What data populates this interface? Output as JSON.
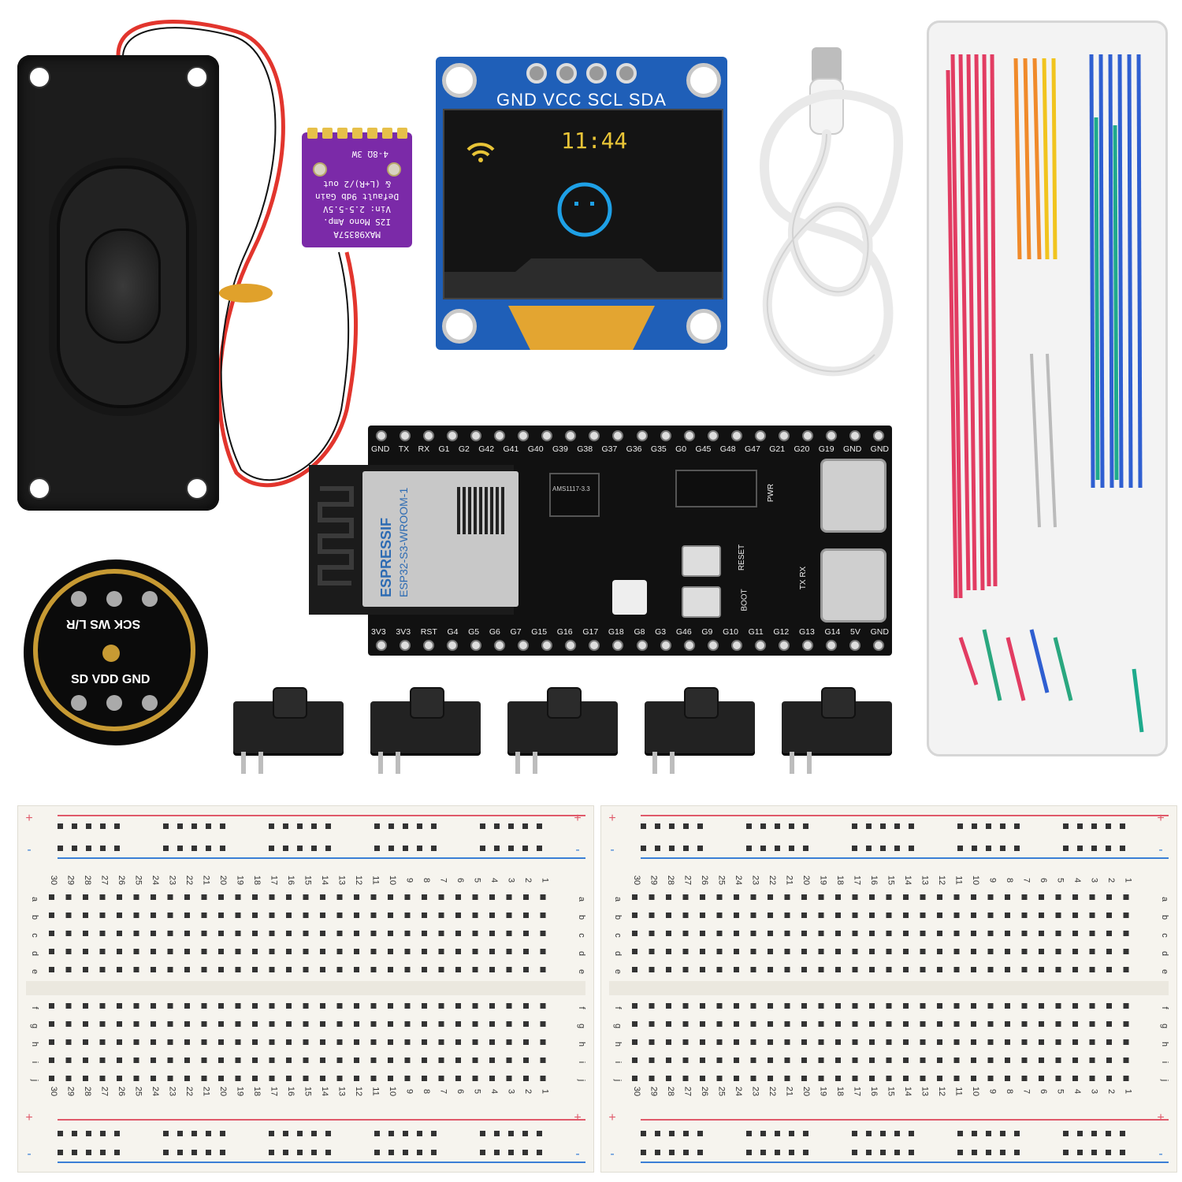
{
  "oled": {
    "header": "GND VCC SCL SDA",
    "time": "11:44"
  },
  "amp": {
    "lines": [
      "MAX98357A",
      "I2S Mono Amp.",
      "Vin: 2.5-5.5V",
      "Default 9db Gain",
      "& (L+R)/2 out",
      "4-8Ω 3W"
    ]
  },
  "esp": {
    "module_brand": "ESPRESSIF",
    "module_name": "ESP32-S3-WROOM-1",
    "regulator": "AMS1117-3.3",
    "top_pins": [
      "GND",
      "TX",
      "RX",
      "G1",
      "G2",
      "G42",
      "G41",
      "G40",
      "G39",
      "G38",
      "G37",
      "G36",
      "G35",
      "G0",
      "G45",
      "G48",
      "G47",
      "G21",
      "G20",
      "G19",
      "GND",
      "GND"
    ],
    "bottom_pins": [
      "3V3",
      "3V3",
      "RST",
      "G4",
      "G5",
      "G6",
      "G7",
      "G15",
      "G16",
      "G17",
      "G18",
      "G8",
      "G3",
      "G46",
      "G9",
      "G10",
      "G11",
      "G12",
      "G13",
      "G14",
      "5V",
      "GND"
    ],
    "labels": {
      "pwr": "PWR",
      "reset": "RESET",
      "boot": "BOOT",
      "txrx": "TX RX"
    }
  },
  "mic": {
    "top_labels": "SCK WS L/R",
    "bottom_labels": "SD VDD GND"
  },
  "breadboard": {
    "plus": "+",
    "minus": "-",
    "top_rows": [
      "a",
      "b",
      "c",
      "d",
      "e"
    ],
    "bottom_rows": [
      "f",
      "g",
      "h",
      "i",
      "j"
    ],
    "columns": [
      "30",
      "29",
      "28",
      "27",
      "26",
      "25",
      "24",
      "23",
      "22",
      "21",
      "20",
      "19",
      "18",
      "17",
      "16",
      "15",
      "14",
      "13",
      "12",
      "11",
      "10",
      "9",
      "8",
      "7",
      "6",
      "5",
      "4",
      "3",
      "2",
      "1"
    ]
  },
  "colors": {
    "oled_pcb": "#1f5fb8",
    "amp_pcb": "#7b2aa8",
    "oled_icon": "#1ea0e6",
    "wire_red": "#e2352d"
  }
}
